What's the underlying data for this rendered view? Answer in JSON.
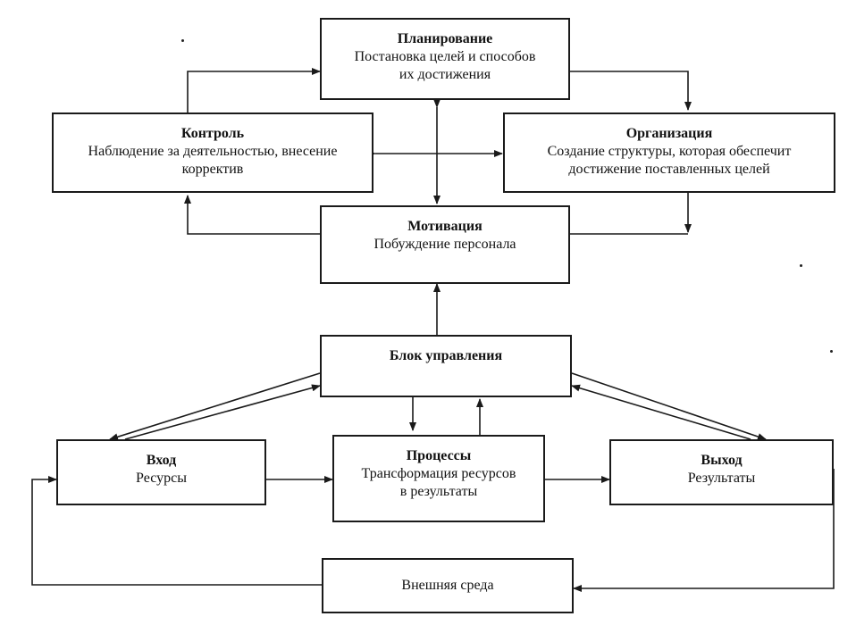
{
  "diagram": {
    "planning": {
      "title": "Планирование",
      "line1": "Постановка целей и способов",
      "line2": "их достижения"
    },
    "control": {
      "title": "Контроль",
      "line1": "Наблюдение за деятельностью, внесение",
      "line2": "корректив"
    },
    "organization": {
      "title": "Организация",
      "line1": "Создание структуры, которая обеспечит",
      "line2": "достижение поставленных целей"
    },
    "motivation": {
      "title": "Мотивация",
      "line1": "Побуждение персонала"
    },
    "management_block": {
      "title": "Блок управления"
    },
    "input": {
      "title": "Вход",
      "line1": "Ресурсы"
    },
    "processes": {
      "title": "Процессы",
      "line1": "Трансформация ресурсов",
      "line2": "в результаты"
    },
    "output": {
      "title": "Выход",
      "line1": "Результаты"
    },
    "environment": {
      "line1": "Внешняя среда"
    }
  },
  "colors": {
    "stroke": "#1a1a1a",
    "background": "#ffffff"
  }
}
